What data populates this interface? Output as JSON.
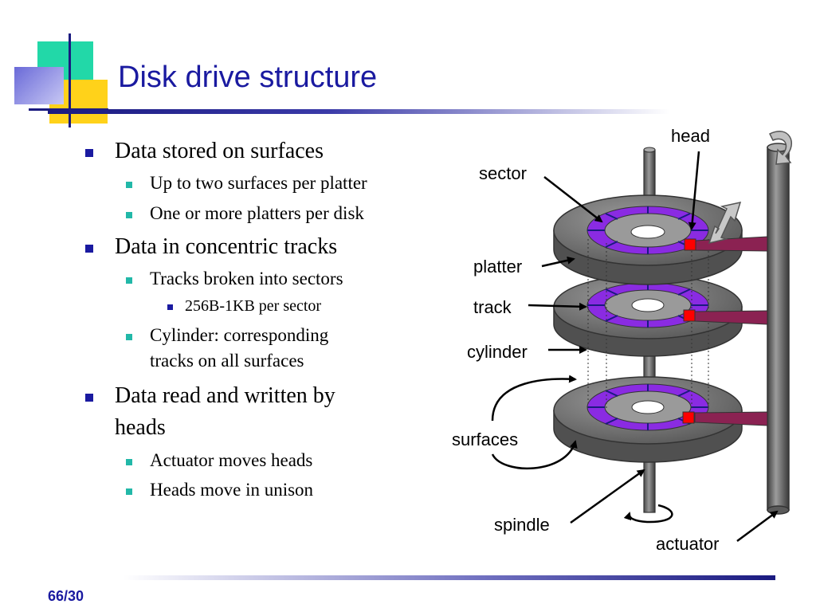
{
  "slide": {
    "title": "Disk drive structure",
    "page_number": "66/30"
  },
  "bullets": [
    {
      "level": 1,
      "text": "Data stored on surfaces"
    },
    {
      "level": 2,
      "text": "Up to two surfaces per platter"
    },
    {
      "level": 2,
      "text": "One or more platters per disk"
    },
    {
      "level": 1,
      "text": "Data in concentric tracks"
    },
    {
      "level": 2,
      "text": "Tracks broken into sectors"
    },
    {
      "level": 3,
      "text": "256B-1KB per sector"
    },
    {
      "level": 2,
      "text": "Cylinder: corresponding"
    },
    {
      "level": 2,
      "text": "tracks on all surfaces",
      "continuation": true
    },
    {
      "level": 1,
      "text": "Data read and written by"
    },
    {
      "level": 1,
      "text": "heads",
      "continuation": true
    },
    {
      "level": 2,
      "text": "Actuator moves heads"
    },
    {
      "level": 2,
      "text": "Heads move in unison"
    }
  ],
  "diagram": {
    "labels": {
      "head": "head",
      "sector": "sector",
      "platter": "platter",
      "track": "track",
      "cylinder": "cylinder",
      "surfaces": "surfaces",
      "spindle": "spindle",
      "actuator": "actuator"
    },
    "colors": {
      "platter": "#707070",
      "track": "#8a2be2",
      "head": "#ff0000",
      "arm": "#8b2252",
      "accent": "#1a1aa0"
    }
  }
}
